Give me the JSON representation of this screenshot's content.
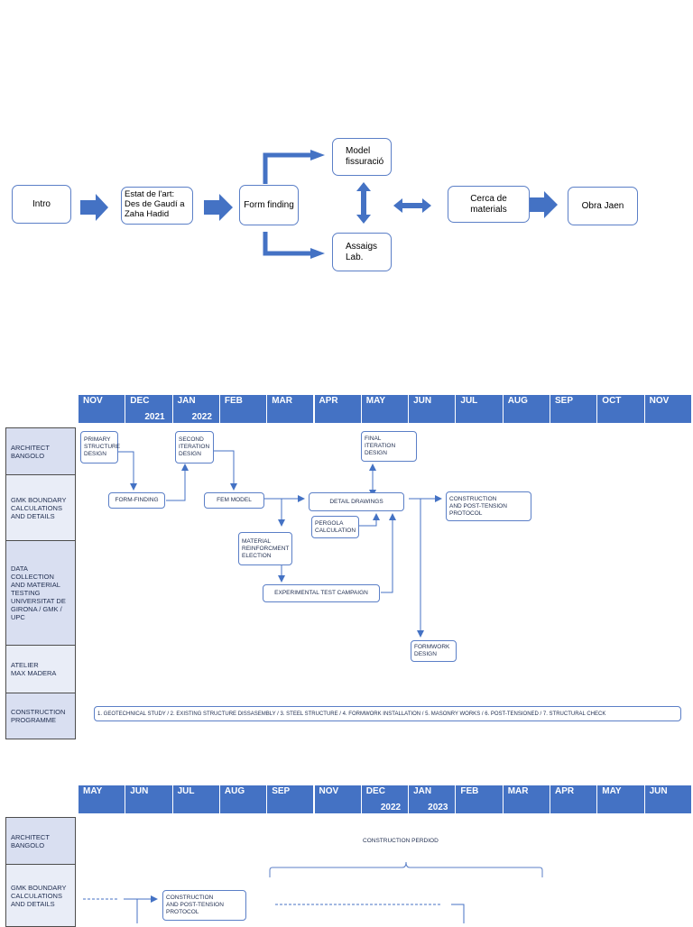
{
  "flow": {
    "intro": "Intro",
    "estat": "Estat de l'art:\nDes de Gaudí    a\nZaha Hadid",
    "form_finding": "Form finding",
    "model": "Model\nfissuració",
    "assaigs": "Assaigs\nLab.",
    "cerca": "Cerca de\nmaterials",
    "obra": "Obra Jaen"
  },
  "gantt1": {
    "months": [
      {
        "label": "NOV",
        "year": ""
      },
      {
        "label": "DEC",
        "year": "2021"
      },
      {
        "label": "JAN",
        "year": "2022"
      },
      {
        "label": "FEB",
        "year": ""
      },
      {
        "label": "MAR",
        "year": ""
      },
      {
        "label": "APR",
        "year": ""
      },
      {
        "label": "MAY",
        "year": ""
      },
      {
        "label": "JUN",
        "year": ""
      },
      {
        "label": "JUL",
        "year": ""
      },
      {
        "label": "AUG",
        "year": ""
      },
      {
        "label": "SEP",
        "year": ""
      },
      {
        "label": "OCT",
        "year": ""
      },
      {
        "label": "NOV",
        "year": ""
      }
    ],
    "rows": [
      "ARCHITECT\nBANGOLO",
      "GMK BOUNDARY\nCALCULATIONS\nAND DETAILS",
      "DATA\nCOLLECTION\nAND MATERIAL\nTESTING\nUNIVERSITAT DE\nGIRONA / GMK /\nUPC",
      "ATELIER\nMAX MADERA",
      "CONSTRUCTION\nPROGRAMME"
    ],
    "tasks": {
      "primary": "PRIMARY\nSTRUCTURE\nDESIGN",
      "second": "SECOND\nITERATION\nDESIGN",
      "final": "FINAL ITERATION\nDESIGN",
      "form_finding": "FORM-FINDING",
      "fem": "FEM MODEL",
      "detail": "DETAIL DRAWINGS",
      "construction": "CONSTRUCTION\nAND POST-TENSION\nPROTOCOL",
      "pergola": "PERGOLA\nCALCULATION",
      "material": "MATERIAL\nREINFORCMENT\nELECTION",
      "experimental": "EXPERIMENTAL TEST CAMPAIGN",
      "formwork": "FORMWORK\nDESIGN",
      "programme": "1. GEOTECHNICAL STUDY / 2. EXISTING STRUCTURE DISSASEMBLY / 3. STEEL STRUCTURE / 4. FORMWORK INSTALLATION / 5. MASONRY WORKS / 6.  POST-TENSIONED / 7.  STRUCTURAL CHECK"
    }
  },
  "gantt2": {
    "months": [
      {
        "label": "MAY",
        "year": ""
      },
      {
        "label": "JUN",
        "year": ""
      },
      {
        "label": "JUL",
        "year": ""
      },
      {
        "label": "AUG",
        "year": ""
      },
      {
        "label": "SEP",
        "year": ""
      },
      {
        "label": "NOV",
        "year": ""
      },
      {
        "label": "DEC",
        "year": "2022"
      },
      {
        "label": "JAN",
        "year": "2023"
      },
      {
        "label": "FEB",
        "year": ""
      },
      {
        "label": "MAR",
        "year": ""
      },
      {
        "label": "APR",
        "year": ""
      },
      {
        "label": "MAY",
        "year": ""
      },
      {
        "label": "JUN",
        "year": ""
      }
    ],
    "rows": [
      "ARCHITECT\nBANGOLO",
      "GMK BOUNDARY\nCALCULATIONS\nAND DETAILS"
    ],
    "construction_period": "CONSTRUCTION PERDIOD",
    "construction": "CONSTRUCTION\nAND POST-TENSION\nPROTOCOL"
  },
  "colors": {
    "header": "#4472c4",
    "arrow": "#4472c4",
    "row_label": "#d9dff1",
    "box_border": "#5b7fc7"
  }
}
